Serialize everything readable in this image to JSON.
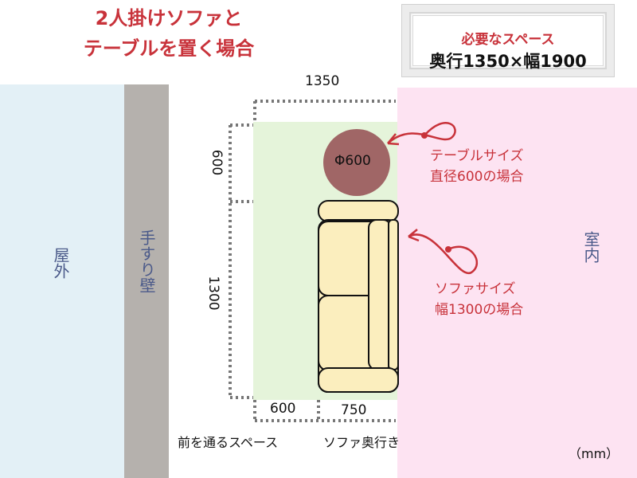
{
  "title": {
    "line1": "2人掛けソファと",
    "line2": "テーブルを置く場合"
  },
  "required_space": {
    "label": "必要なスペース",
    "value": "奥行1350×幅1900"
  },
  "regions": {
    "outdoor": "屋外",
    "handrail_wall": "手すり壁",
    "indoor": "室内"
  },
  "dimensions": {
    "total_depth": "1350",
    "table_depth": "600",
    "sofa_width": "1300",
    "passage": "600",
    "sofa_depth": "750"
  },
  "table": {
    "label": "Φ600",
    "color": "#a06666"
  },
  "annotations": {
    "table_size": {
      "line1": "テーブルサイズ",
      "line2": "直径600の場合"
    },
    "sofa_size": {
      "line1": "ソファサイズ",
      "line2": "幅1300の場合"
    }
  },
  "captions": {
    "passage": "前を通るスペース",
    "sofa_depth": "ソファ奥行き",
    "unit": "（mm）"
  },
  "colors": {
    "accent_red": "#c8323a",
    "outdoor": "#e3f0f6",
    "wall": "#b5b1ad",
    "indoor": "#fde3f2",
    "space": "#e5f4da",
    "sofa": "#fbeebe"
  }
}
